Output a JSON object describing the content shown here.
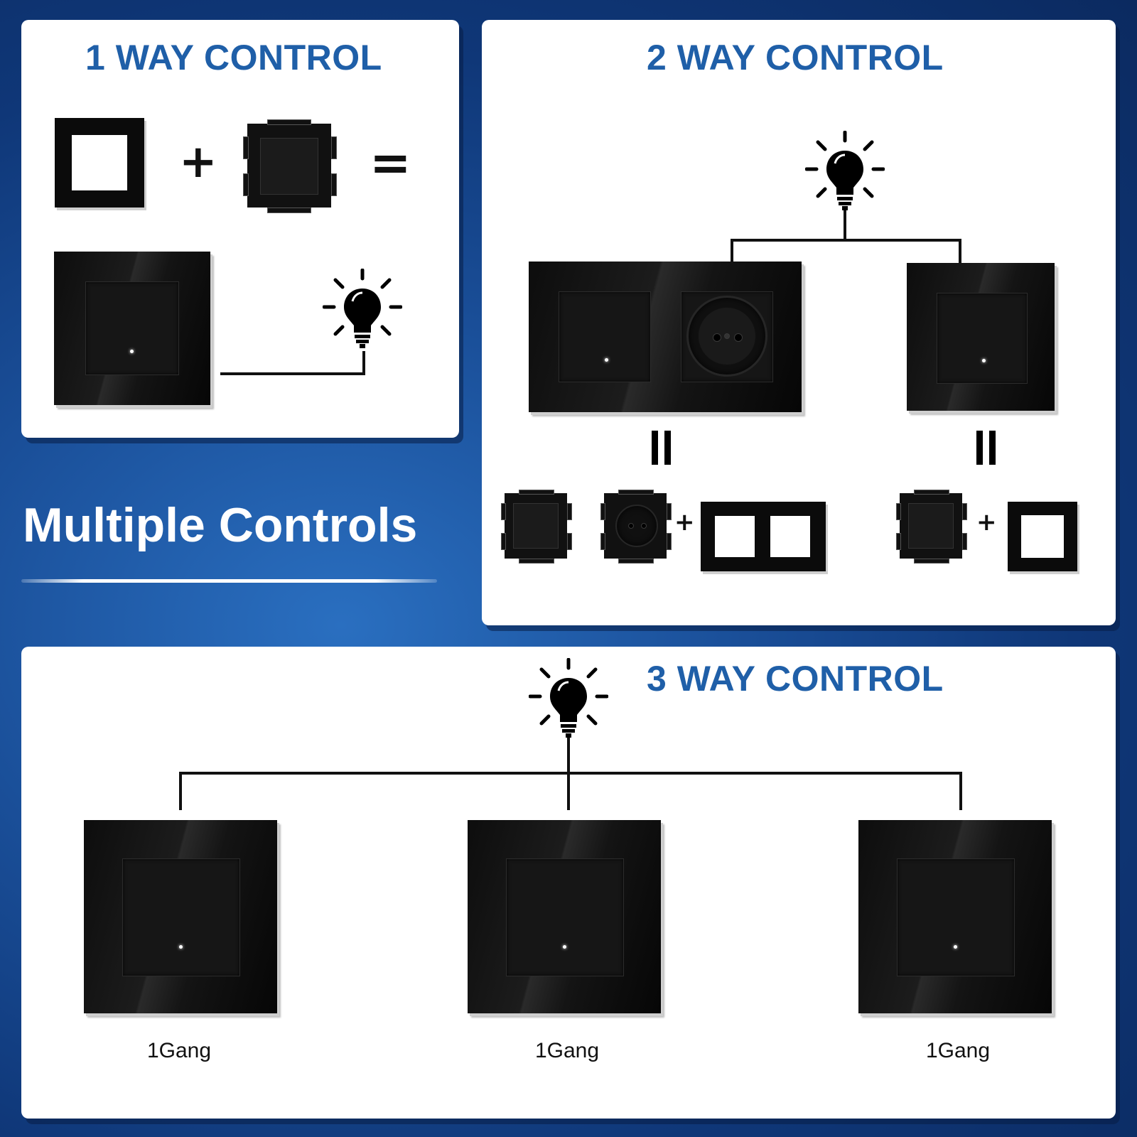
{
  "heading": "Multiple Controls",
  "one_way": {
    "title": "1 WAY CONTROL",
    "plus": "+",
    "equals": "="
  },
  "two_way": {
    "title": "2 WAY CONTROL",
    "equals": "=",
    "plus": "+"
  },
  "three_way": {
    "title": "3 WAY CONTROL",
    "labels": [
      "1Gang",
      "1Gang",
      "1Gang"
    ]
  },
  "icons": [
    "light-bulb-icon"
  ],
  "colors": {
    "title_blue": "#1f5fa8",
    "background_blue": "#1a4f99",
    "plate_black": "#0d0d0d"
  }
}
